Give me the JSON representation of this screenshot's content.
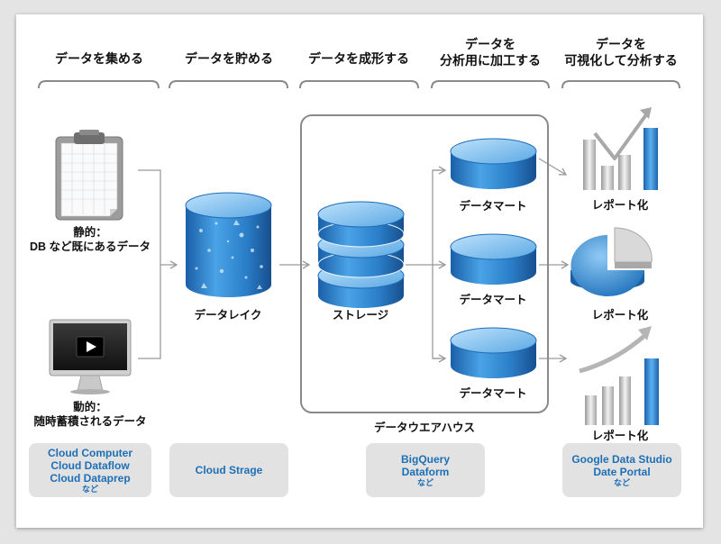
{
  "headers": [
    {
      "line1": "データを集める",
      "line2": ""
    },
    {
      "line1": "データを貯める",
      "line2": ""
    },
    {
      "line1": "データを成形する",
      "line2": ""
    },
    {
      "line1": "データを",
      "line2": "分析用に加工する"
    },
    {
      "line1": "データを",
      "line2": "可視化して分析する"
    }
  ],
  "sources": {
    "static": {
      "line1": "静的：",
      "line2": "DB など既にあるデータ",
      "icon": "clipboard-icon"
    },
    "dynamic": {
      "line1": "動的：",
      "line2": "随時蓄積されるデータ",
      "icon": "monitor-video-icon"
    }
  },
  "datalake_label": "データレイク",
  "storage_label": "ストレージ",
  "datamart_labels": [
    "データマート",
    "データマート",
    "データマート"
  ],
  "report_labels": [
    "レポート化",
    "レポート化",
    "レポート化"
  ],
  "warehouse_label": "データウエアハウス",
  "tool_boxes": [
    {
      "lines": [
        "Cloud Computer",
        "Cloud Dataflow",
        "Cloud Dataprep"
      ],
      "note": "など"
    },
    {
      "lines": [
        "Cloud Strage"
      ],
      "note": ""
    },
    {
      "lines": [
        "BigQuery",
        "Dataform"
      ],
      "note": "など"
    },
    {
      "lines": [
        "Google Data Studio",
        "Date Portal"
      ],
      "note": "など"
    }
  ],
  "colors": {
    "accent_blue": "#1e6fb5",
    "cylinder_blue": "#2d86cf",
    "box_gray": "#e2e2e2",
    "line_gray": "#9a9a9a"
  }
}
